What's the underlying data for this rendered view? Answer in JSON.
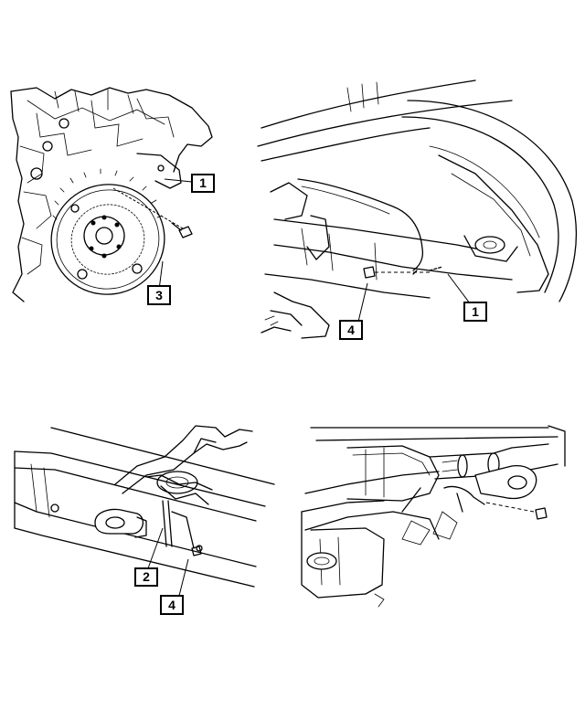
{
  "callouts": {
    "view_a": {
      "c1": "1",
      "c3": "3"
    },
    "view_b": {
      "c1": "1",
      "c4": "4"
    },
    "view_c": {
      "c2": "2",
      "c4": "4"
    }
  }
}
